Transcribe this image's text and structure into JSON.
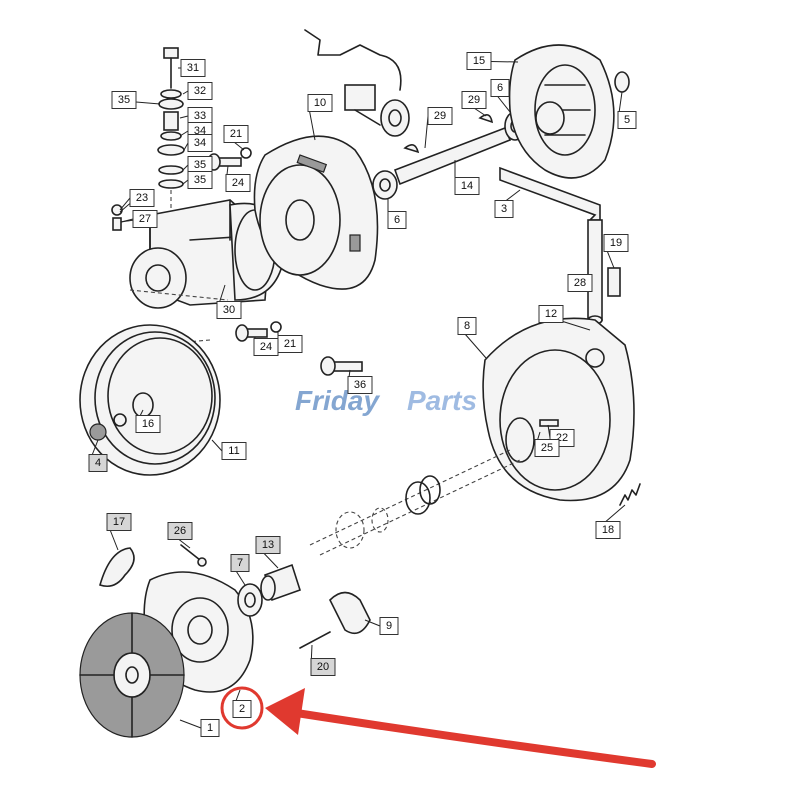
{
  "watermark": {
    "text_a": "Friday",
    "text_b": "Parts",
    "color_a": "#6f97c9",
    "color_b": "#8fb0dd",
    "accent": "#f0a028"
  },
  "highlight": {
    "color": "#e0392f",
    "callout": "2"
  },
  "callouts": [
    "31",
    "32",
    "35",
    "33",
    "34",
    "34",
    "35",
    "35",
    "21",
    "24",
    "23",
    "27",
    "10",
    "29",
    "29",
    "6",
    "15",
    "5",
    "14",
    "6",
    "3",
    "30",
    "24",
    "21",
    "36",
    "28",
    "19",
    "12",
    "8",
    "16",
    "4",
    "11",
    "22",
    "25",
    "18",
    "17",
    "26",
    "7",
    "13",
    "9",
    "20",
    "1",
    "2"
  ]
}
